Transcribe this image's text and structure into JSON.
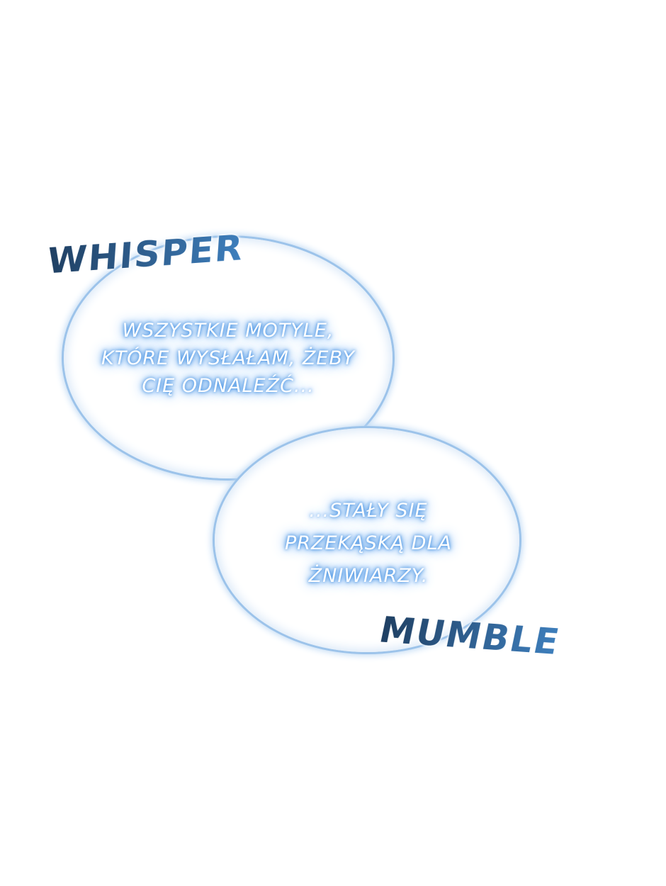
{
  "bubbles": [
    {
      "lines": [
        "WSZYSTKIE MOTYLE,",
        "KTÓRE WYSŁAŁAM, ŻEBY",
        "CIĘ ODNALEŹĆ..."
      ]
    },
    {
      "lines": [
        "...STAŁY SIĘ",
        "PRZEKĄSKĄ DLA",
        "ŻNIWIARZY."
      ]
    }
  ],
  "sfx": {
    "top": "WHISPER",
    "bottom": "MUMBLE"
  },
  "colors": {
    "glow": "#4a95e6",
    "outline": "#9cc3ea",
    "sfx": "#2b5a85"
  }
}
